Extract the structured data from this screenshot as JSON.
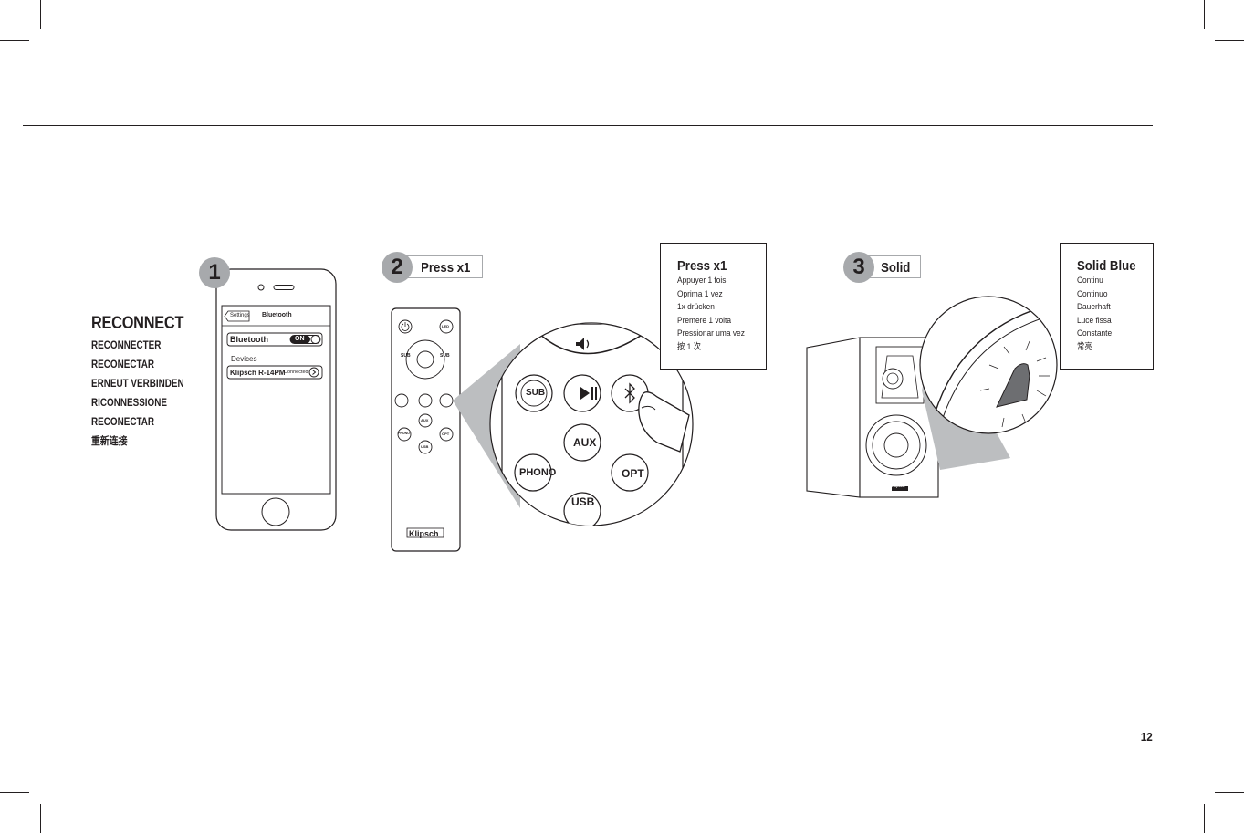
{
  "reconnect": {
    "title": "RECONNECT",
    "translations": [
      "RECONNECTER",
      "RECONECTAR",
      "ERNEUT VERBINDEN",
      "RICONNESSIONE",
      "RECONECTAR",
      "重新连接"
    ]
  },
  "step1": {
    "number": "1",
    "phone": {
      "back_label": "Settings",
      "title": "Bluetooth",
      "toggle_label": "Bluetooth",
      "toggle_state": "ON",
      "devices_header": "Devices",
      "device_name": "Klipsch R-14PM",
      "device_status": "Connected"
    }
  },
  "step2": {
    "number": "2",
    "label": "Press x1",
    "callout": {
      "title": "Press x1",
      "translations": [
        "Appuyer 1 fois",
        "Oprima 1 vez",
        "1x drücken",
        "Premere 1 volta",
        "Pressionar uma vez",
        "按 1 次"
      ]
    },
    "remote": {
      "sub_left": "SUB",
      "sub_right": "SUB",
      "led": "LED",
      "sub_btn": "SUB",
      "aux": "AUX",
      "phono": "PHONO",
      "opt": "OPT",
      "usb": "USB",
      "brand": "Klipsch"
    }
  },
  "step3": {
    "number": "3",
    "label": "Solid",
    "callout": {
      "title": "Solid Blue",
      "translations": [
        "Continu",
        "Continuo",
        "Dauerhaft",
        "Luce fissa",
        "Constante",
        "常亮"
      ]
    },
    "speaker_brand": "Klipsch"
  },
  "page_number": "12"
}
